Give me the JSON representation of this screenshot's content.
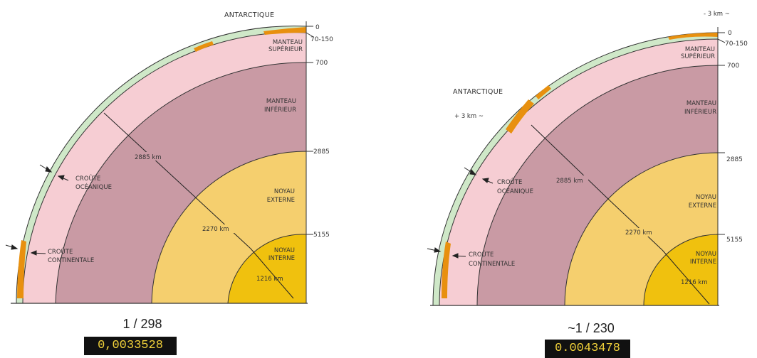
{
  "colors": {
    "crust_continental": "#e8900f",
    "crust_oceanic": "#cfe8c8",
    "upper_mantle": "#f6cdd3",
    "lower_mantle": "#c99aa4",
    "outer_core": "#f5cf6e",
    "inner_core": "#f0c10e",
    "value_box_bg": "#111111",
    "value_box_text": "#f2d23a"
  },
  "left": {
    "antarctique": "ANTARCTIQUE",
    "depths": [
      "0",
      "70-150",
      "700",
      "2885",
      "5155"
    ],
    "layers": {
      "manteau_sup_1": "MANTEAU",
      "manteau_sup_2": "SUPÉRIEUR",
      "manteau_inf_1": "MANTEAU",
      "manteau_inf_2": "INFÉRIEUR",
      "noyau_ext_1": "NOYAU",
      "noyau_ext_2": "EXTERNE",
      "noyau_int_1": "NOYAU",
      "noyau_int_2": "INTERNE",
      "croute_oce_1": "CROÛTE",
      "croute_oce_2": "OCÉANIQUE",
      "croute_cont_1": "CROÛTE",
      "croute_cont_2": "CONTINENTALE"
    },
    "thickness": {
      "mantle": "2885 km",
      "outer_core": "2270 km",
      "inner_core": "1216 km"
    },
    "ratio": "1 / 298",
    "value": "0,0033528"
  },
  "right": {
    "antarctique": "ANTARCTIQUE",
    "top_note": "- 3 km ~",
    "side_note": "+ 3 km ~",
    "depths": [
      "0",
      "70-150",
      "700",
      "2885",
      "5155"
    ],
    "layers": {
      "manteau_sup_1": "MANTEAU",
      "manteau_sup_2": "SUPÉRIEUR",
      "manteau_inf_1": "MANTEAU",
      "manteau_inf_2": "INFÉRIEUR",
      "noyau_ext_1": "NOYAU",
      "noyau_ext_2": "EXTERNE",
      "noyau_int_1": "NOYAU",
      "noyau_int_2": "INTERNE",
      "croute_oce_1": "CROÛTE",
      "croute_oce_2": "OCÉANIQUE",
      "croute_cont_1": "CROÛTE",
      "croute_cont_2": "CONTINENTALE"
    },
    "thickness": {
      "mantle": "2885 km",
      "outer_core": "2270 km",
      "inner_core": "1216 km"
    },
    "ratio": "~1 / 230",
    "value": "0.0043478"
  }
}
